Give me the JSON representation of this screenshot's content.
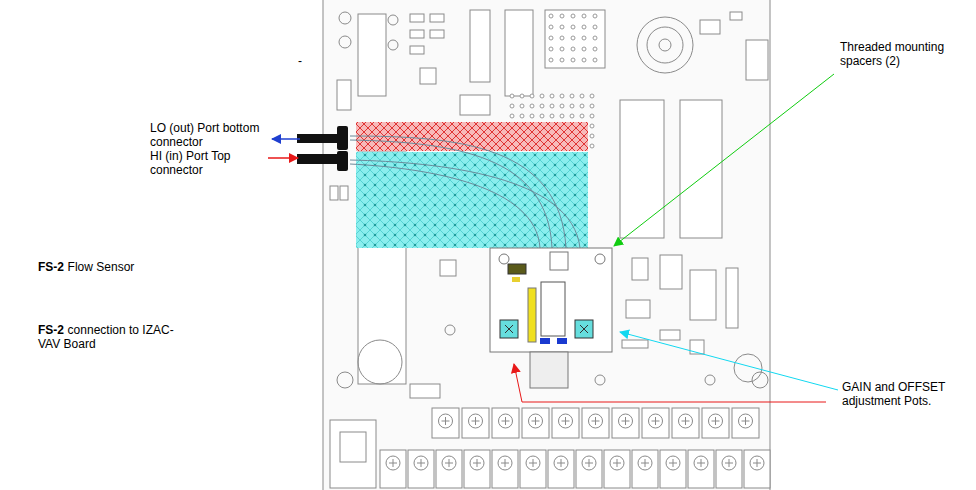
{
  "diagram": {
    "labels": [
      "-",
      "LO (out) Port bottom connector",
      "HI (in) Port Top connector",
      "Threaded mounting spacers (2)",
      "FS-2",
      "Flow Sensor",
      "GAIN and OFFSET adjustment Pots.",
      "FS-2",
      "connection to IZAC-VAV Board"
    ]
  }
}
